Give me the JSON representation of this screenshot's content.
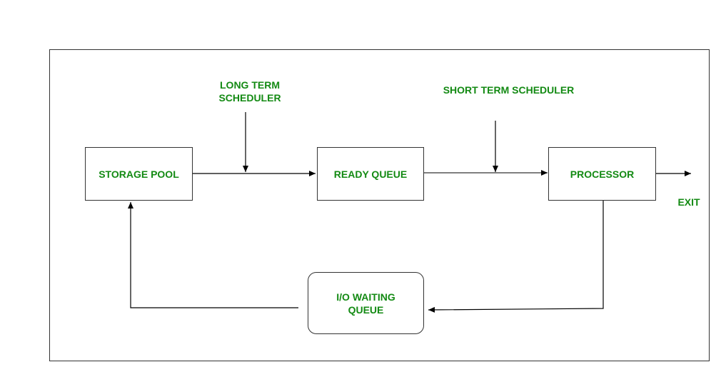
{
  "theme": {
    "text_color": "#138a13",
    "line_color": "#333333"
  },
  "nodes": {
    "storage_pool": "STORAGE POOL",
    "ready_queue": "READY QUEUE",
    "processor": "PROCESSOR",
    "io_waiting_queue": "I/O WAITING\nQUEUE"
  },
  "labels": {
    "long_term_scheduler": "LONG TERM\nSCHEDULER",
    "short_term_scheduler": "SHORT TERM SCHEDULER",
    "exit": "EXIT"
  }
}
